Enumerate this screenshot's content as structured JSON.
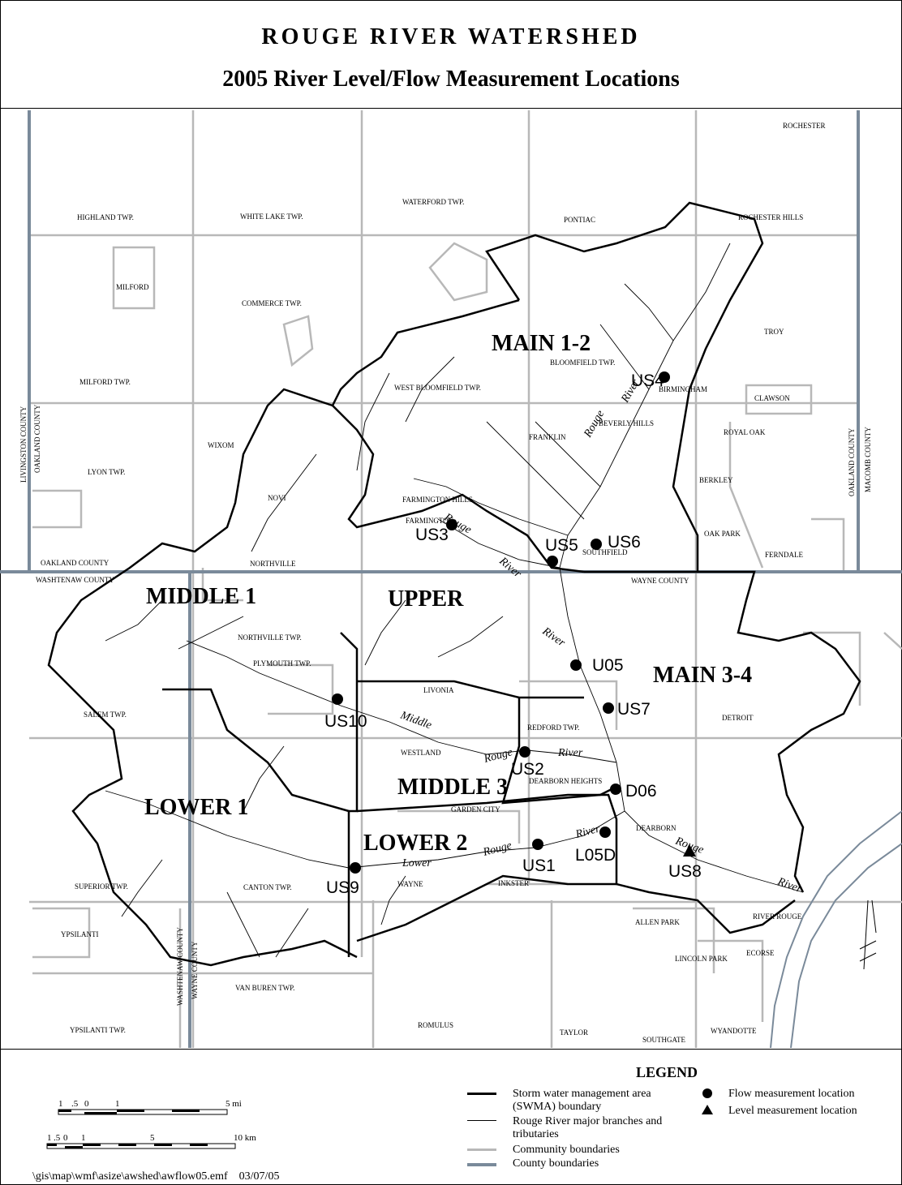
{
  "title": "ROUGE RIVER WATERSHED",
  "subtitle": "2005 River Level/Flow Measurement Locations",
  "regions": [
    "MAIN 1-2",
    "MIDDLE 1",
    "UPPER",
    "MAIN 3-4",
    "MIDDLE 3",
    "LOWER 1",
    "LOWER 2"
  ],
  "places": [
    "ROCHESTER",
    "WATERFORD TWP.",
    "HIGHLAND TWP.",
    "WHITE LAKE TWP.",
    "PONTIAC",
    "ROCHESTER HILLS",
    "MILFORD",
    "COMMERCE TWP.",
    "TROY",
    "BLOOMFIELD TWP.",
    "MILFORD TWP.",
    "WEST BLOOMFIELD TWP.",
    "BIRMINGHAM",
    "CLAWSON",
    "BEVERLY HILLS",
    "ROYAL OAK",
    "FRANKLIN",
    "WIXOM",
    "LYON TWP.",
    "BERKLEY",
    "NOVI",
    "FARMINGTON HILLS",
    "FARMINGTON",
    "OAK PARK",
    "SOUTHFIELD",
    "FERNDALE",
    "NORTHVILLE",
    "OAKLAND COUNTY",
    "WASHTENAW COUNTY",
    "WAYNE COUNTY",
    "NORTHVILLE TWP.",
    "PLYMOUTH TWP.",
    "LIVONIA",
    "DETROIT",
    "SALEM TWP.",
    "REDFORD TWP.",
    "WESTLAND",
    "DEARBORN HEIGHTS",
    "GARDEN CITY",
    "DEARBORN",
    "SUPERIOR TWP.",
    "CANTON TWP.",
    "WAYNE",
    "INKSTER",
    "RIVER ROUGE",
    "YPSILANTI",
    "ALLEN PARK",
    "ECORSE",
    "LINCOLN PARK",
    "VAN BUREN TWP.",
    "YPSILANTI TWP.",
    "ROMULUS",
    "TAYLOR",
    "SOUTHGATE",
    "WYANDOTTE"
  ],
  "vertical_labels": [
    "LIVINGSTON COUNTY",
    "OAKLAND COUNTY",
    "OAKLAND COUNTY",
    "MACOMB COUNTY",
    "WASHTENAW COUNTY",
    "WAYNE COUNTY"
  ],
  "river_labels": [
    "Rouge",
    "River",
    "Rouge",
    "River",
    "Middle",
    "Rouge",
    "River",
    "Lower",
    "Rouge",
    "River",
    "Rouge",
    "River"
  ],
  "stations": [
    {
      "id": "US4",
      "type": "flow"
    },
    {
      "id": "US3",
      "type": "flow"
    },
    {
      "id": "US5",
      "type": "flow"
    },
    {
      "id": "US6",
      "type": "flow"
    },
    {
      "id": "U05",
      "type": "flow"
    },
    {
      "id": "US7",
      "type": "flow"
    },
    {
      "id": "US10",
      "type": "flow"
    },
    {
      "id": "US2",
      "type": "flow"
    },
    {
      "id": "D06",
      "type": "flow"
    },
    {
      "id": "US1",
      "type": "flow"
    },
    {
      "id": "L05D",
      "type": "flow"
    },
    {
      "id": "US8",
      "type": "level"
    },
    {
      "id": "US9",
      "type": "flow"
    }
  ],
  "legend": {
    "title": "LEGEND",
    "swma": "Storm water management area (SWMA) boundary",
    "river": "Rouge River major branches and tributaries",
    "community": "Community boundaries",
    "county": "County boundaries",
    "flow": "Flow measurement location",
    "level": "Level measurement location",
    "colors": {
      "community": "#b8b8b8",
      "county": "#7a8a9a",
      "swma": "#000000"
    }
  },
  "scale_mi": {
    "ticks": [
      "1",
      ".5",
      "0",
      "1"
    ],
    "end": "5 mi"
  },
  "scale_km": {
    "ticks": [
      "1",
      ".5",
      "0",
      "1",
      "5"
    ],
    "end": "10 km"
  },
  "file_path": "\\gis\\map\\wmf\\asize\\awshed\\awflow05.emf",
  "date": "03/07/05"
}
